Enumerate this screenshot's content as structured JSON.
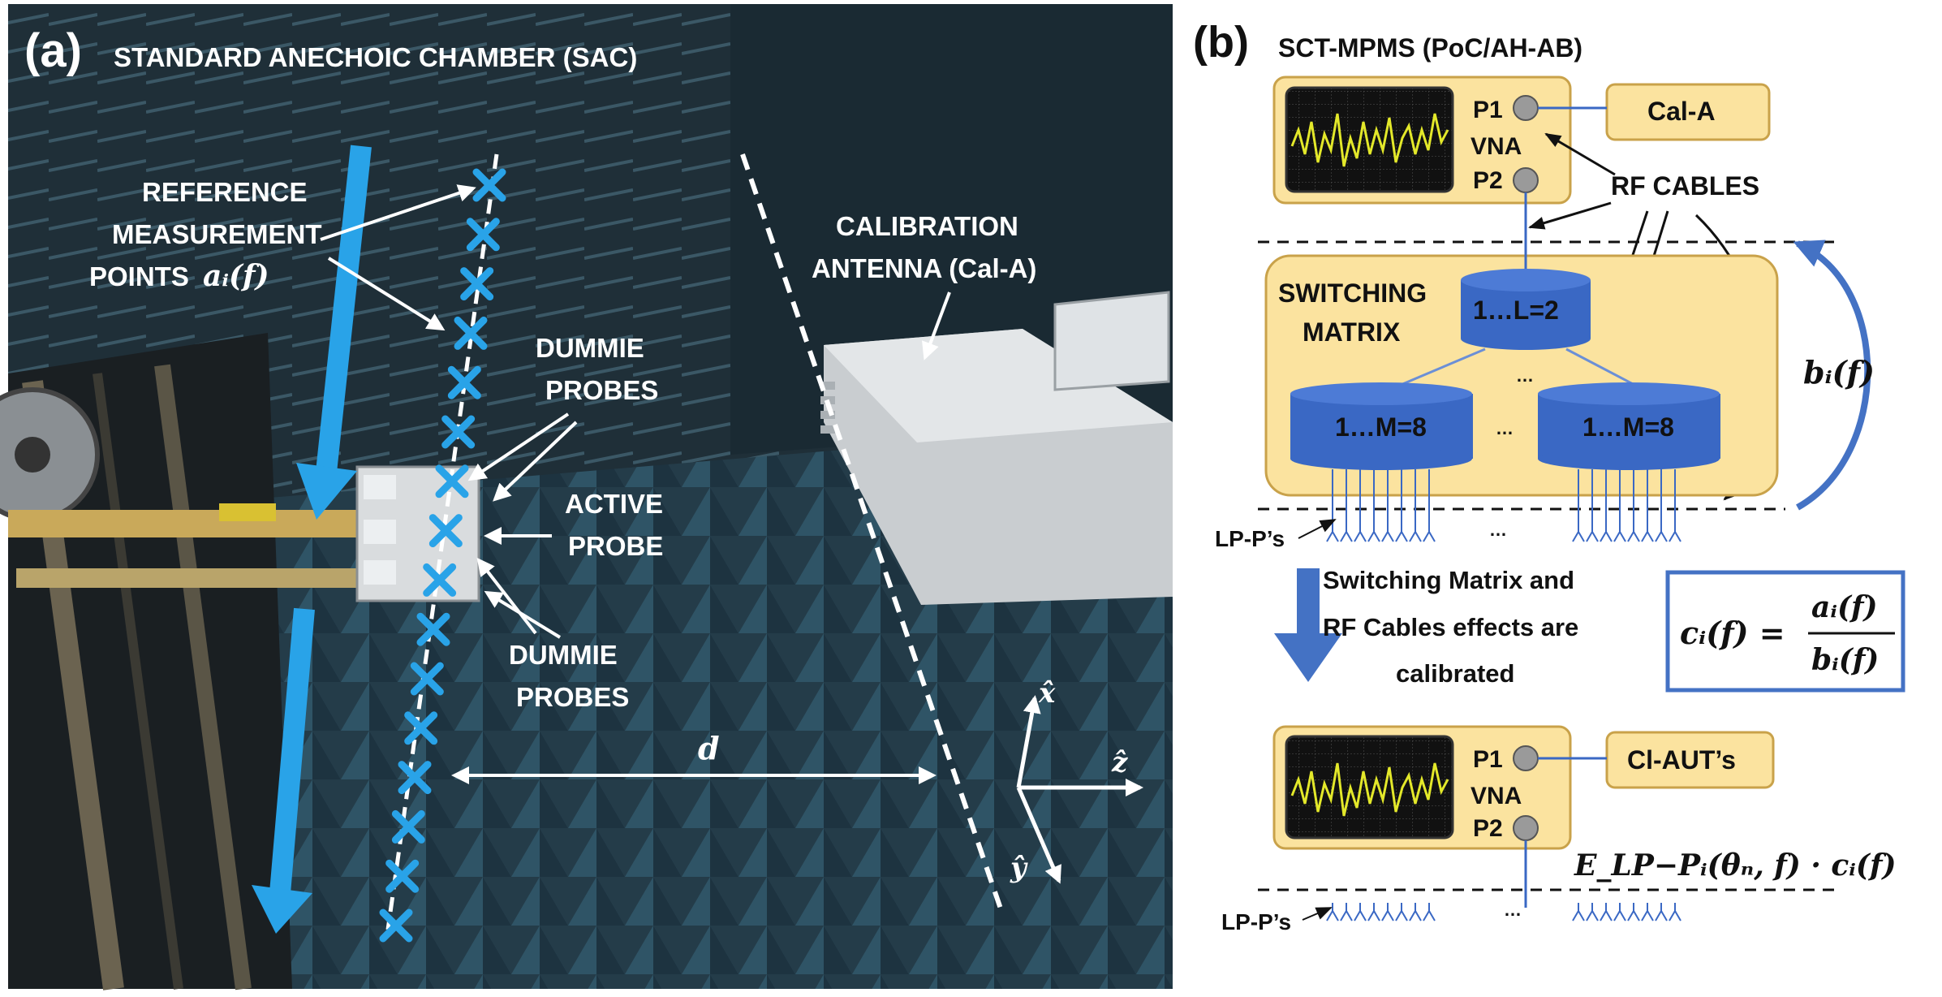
{
  "panel_a": {
    "tag": "(a)",
    "title": "STANDARD ANECHOIC CHAMBER (SAC)",
    "reference_label": [
      "REFERENCE",
      "MEASUREMENT",
      "POINTS"
    ],
    "reference_math": "aᵢ(f)",
    "calibration_label": [
      "CALIBRATION",
      "ANTENNA (Cal-A)"
    ],
    "dummie_top": [
      "DUMMIE",
      "PROBES"
    ],
    "active_label": [
      "ACTIVE",
      "PROBE"
    ],
    "dummie_bottom": [
      "DUMMIE",
      "PROBES"
    ],
    "distance_label": "d",
    "axis_x": "x̂",
    "axis_y": "ŷ",
    "axis_z": "ẑ"
  },
  "panel_b": {
    "tag": "(b)",
    "title": "SCT-MPMS (PoC/AH-AB)",
    "vna_top": {
      "p1": "P1",
      "vna": "VNA",
      "p2": "P2"
    },
    "cal_a": "Cal-A",
    "rf_cables": "RF CABLES",
    "switching_matrix": [
      "SWITCHING",
      "MATRIX"
    ],
    "switch_top": "1…L=2",
    "switch_left": "1…M=8",
    "switch_right": "1…M=8",
    "ellipsis": "…",
    "b_label": "bᵢ(f)",
    "lpp_top": "LP-P’s",
    "arrow_text": [
      "Switching Matrix and",
      "RF Cables effects are",
      "calibrated"
    ],
    "formula_lhs": "cᵢ(f) =",
    "formula_num": "aᵢ(f)",
    "formula_den": "bᵢ(f)",
    "vna_bottom": {
      "p1": "P1",
      "vna": "VNA",
      "p2": "P2"
    },
    "cl_aut": "Cl-AUT’s",
    "e_label": "E_LP−Pᵢ(θₙ, f) · cᵢ(f)",
    "lpp_bottom": "LP-P’s"
  },
  "colors": {
    "chamber": "#1f3340",
    "absorber": "#2b4a5a",
    "highlight_blue": "#29a3e8",
    "box_fill": "#fbe39f",
    "box_stroke": "#c9a24a",
    "switch_blue": "#3a68c4",
    "arrow_blue": "#4472c4"
  }
}
